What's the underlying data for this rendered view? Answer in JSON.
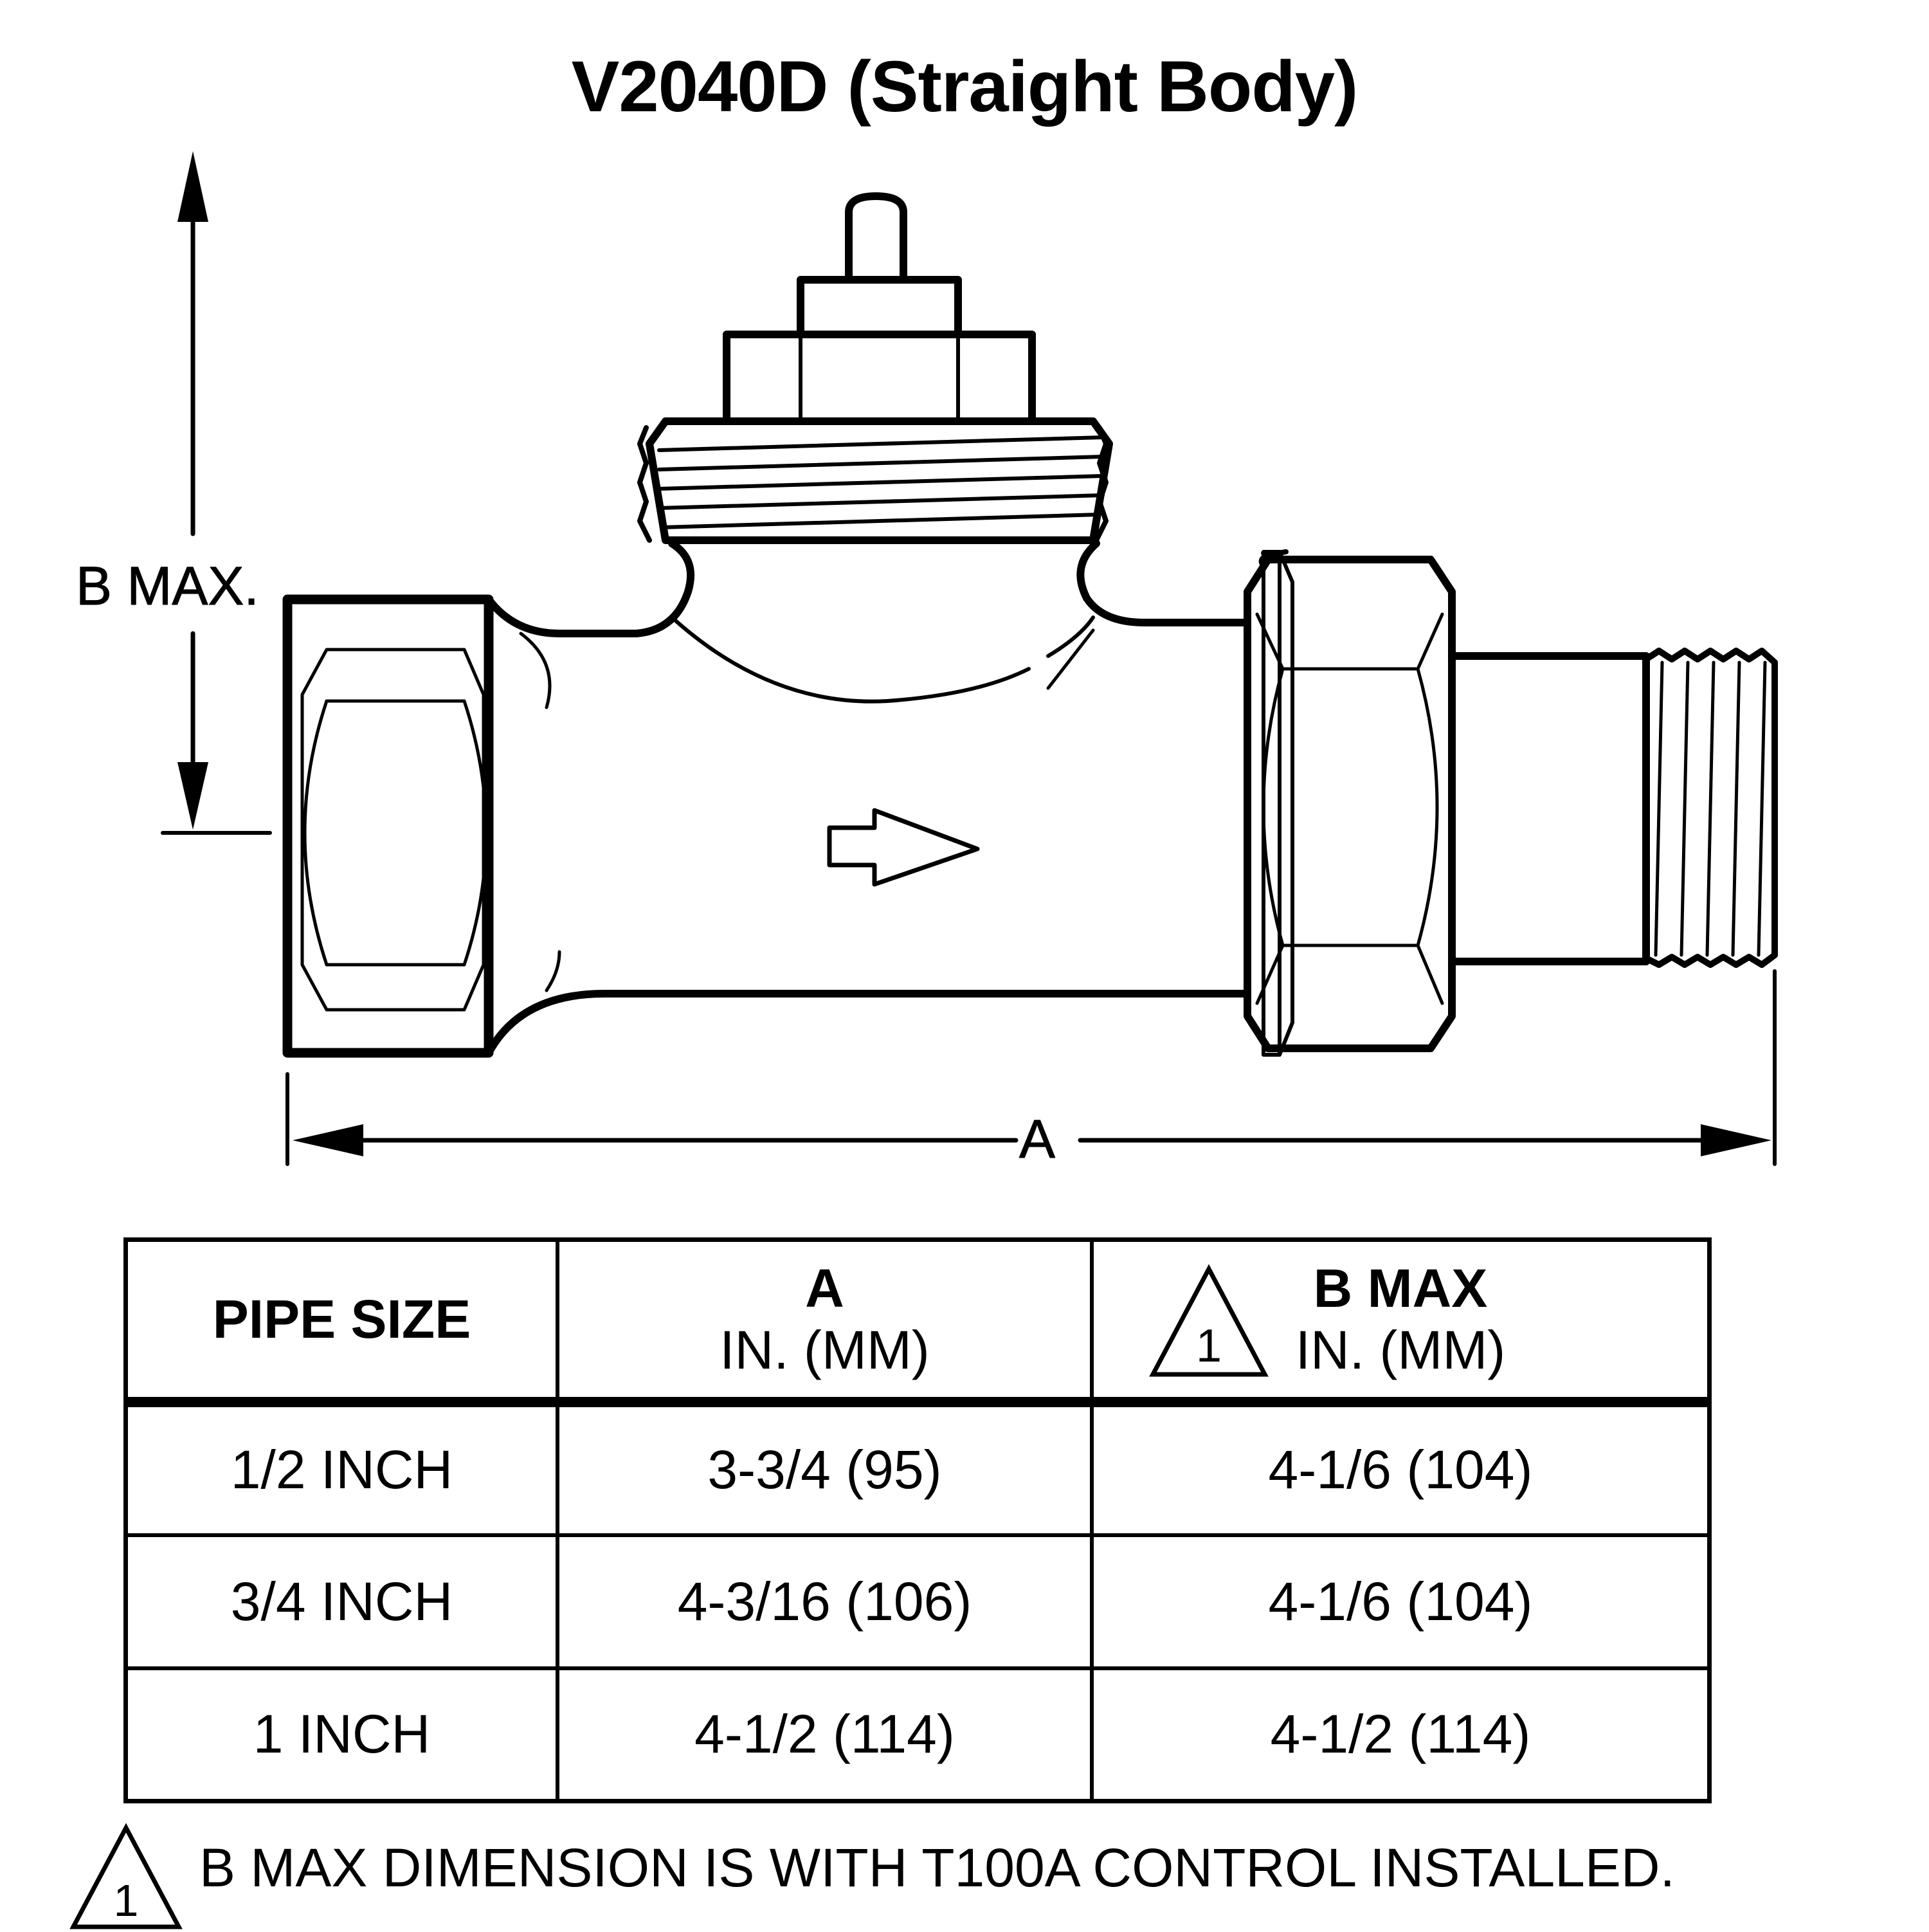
{
  "title": "V2040D (Straight Body)",
  "diagram": {
    "dimension_b_label": "B MAX.",
    "dimension_a_label": "A"
  },
  "table": {
    "headers": [
      {
        "main": "PIPE SIZE",
        "unit": ""
      },
      {
        "main": "A",
        "unit": "IN. (MM)"
      },
      {
        "main": "B MAX",
        "unit": "IN. (MM)",
        "note_marker": "1"
      }
    ],
    "rows": [
      {
        "pipe_size": "1/2 INCH",
        "a": "3-3/4 (95)",
        "b_max": "4-1/6 (104)"
      },
      {
        "pipe_size": "3/4 INCH",
        "a": "4-3/16 (106)",
        "b_max": "4-1/6 (104)"
      },
      {
        "pipe_size": "1 INCH",
        "a": "4-1/2 (114)",
        "b_max": "4-1/2 (114)"
      }
    ]
  },
  "note": {
    "marker": "1",
    "text": "B MAX DIMENSION IS WITH T100A CONTROL INSTALLED."
  }
}
